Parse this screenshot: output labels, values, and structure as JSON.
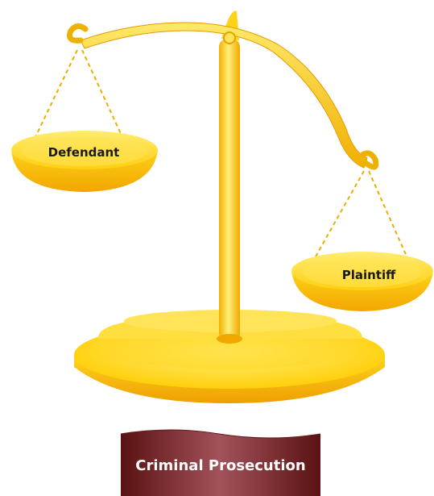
{
  "scale": {
    "left_pan_label": "Defendant",
    "right_pan_label": "Plaintiff"
  },
  "banner": {
    "label": "Criminal Prosecution"
  },
  "colors": {
    "gold_light": "#ffe45a",
    "gold_mid": "#ffcc00",
    "gold_dark": "#f0a800",
    "gold_edge": "#d98e00",
    "banner_dark": "#5a1212",
    "banner_light": "#a2525a"
  }
}
